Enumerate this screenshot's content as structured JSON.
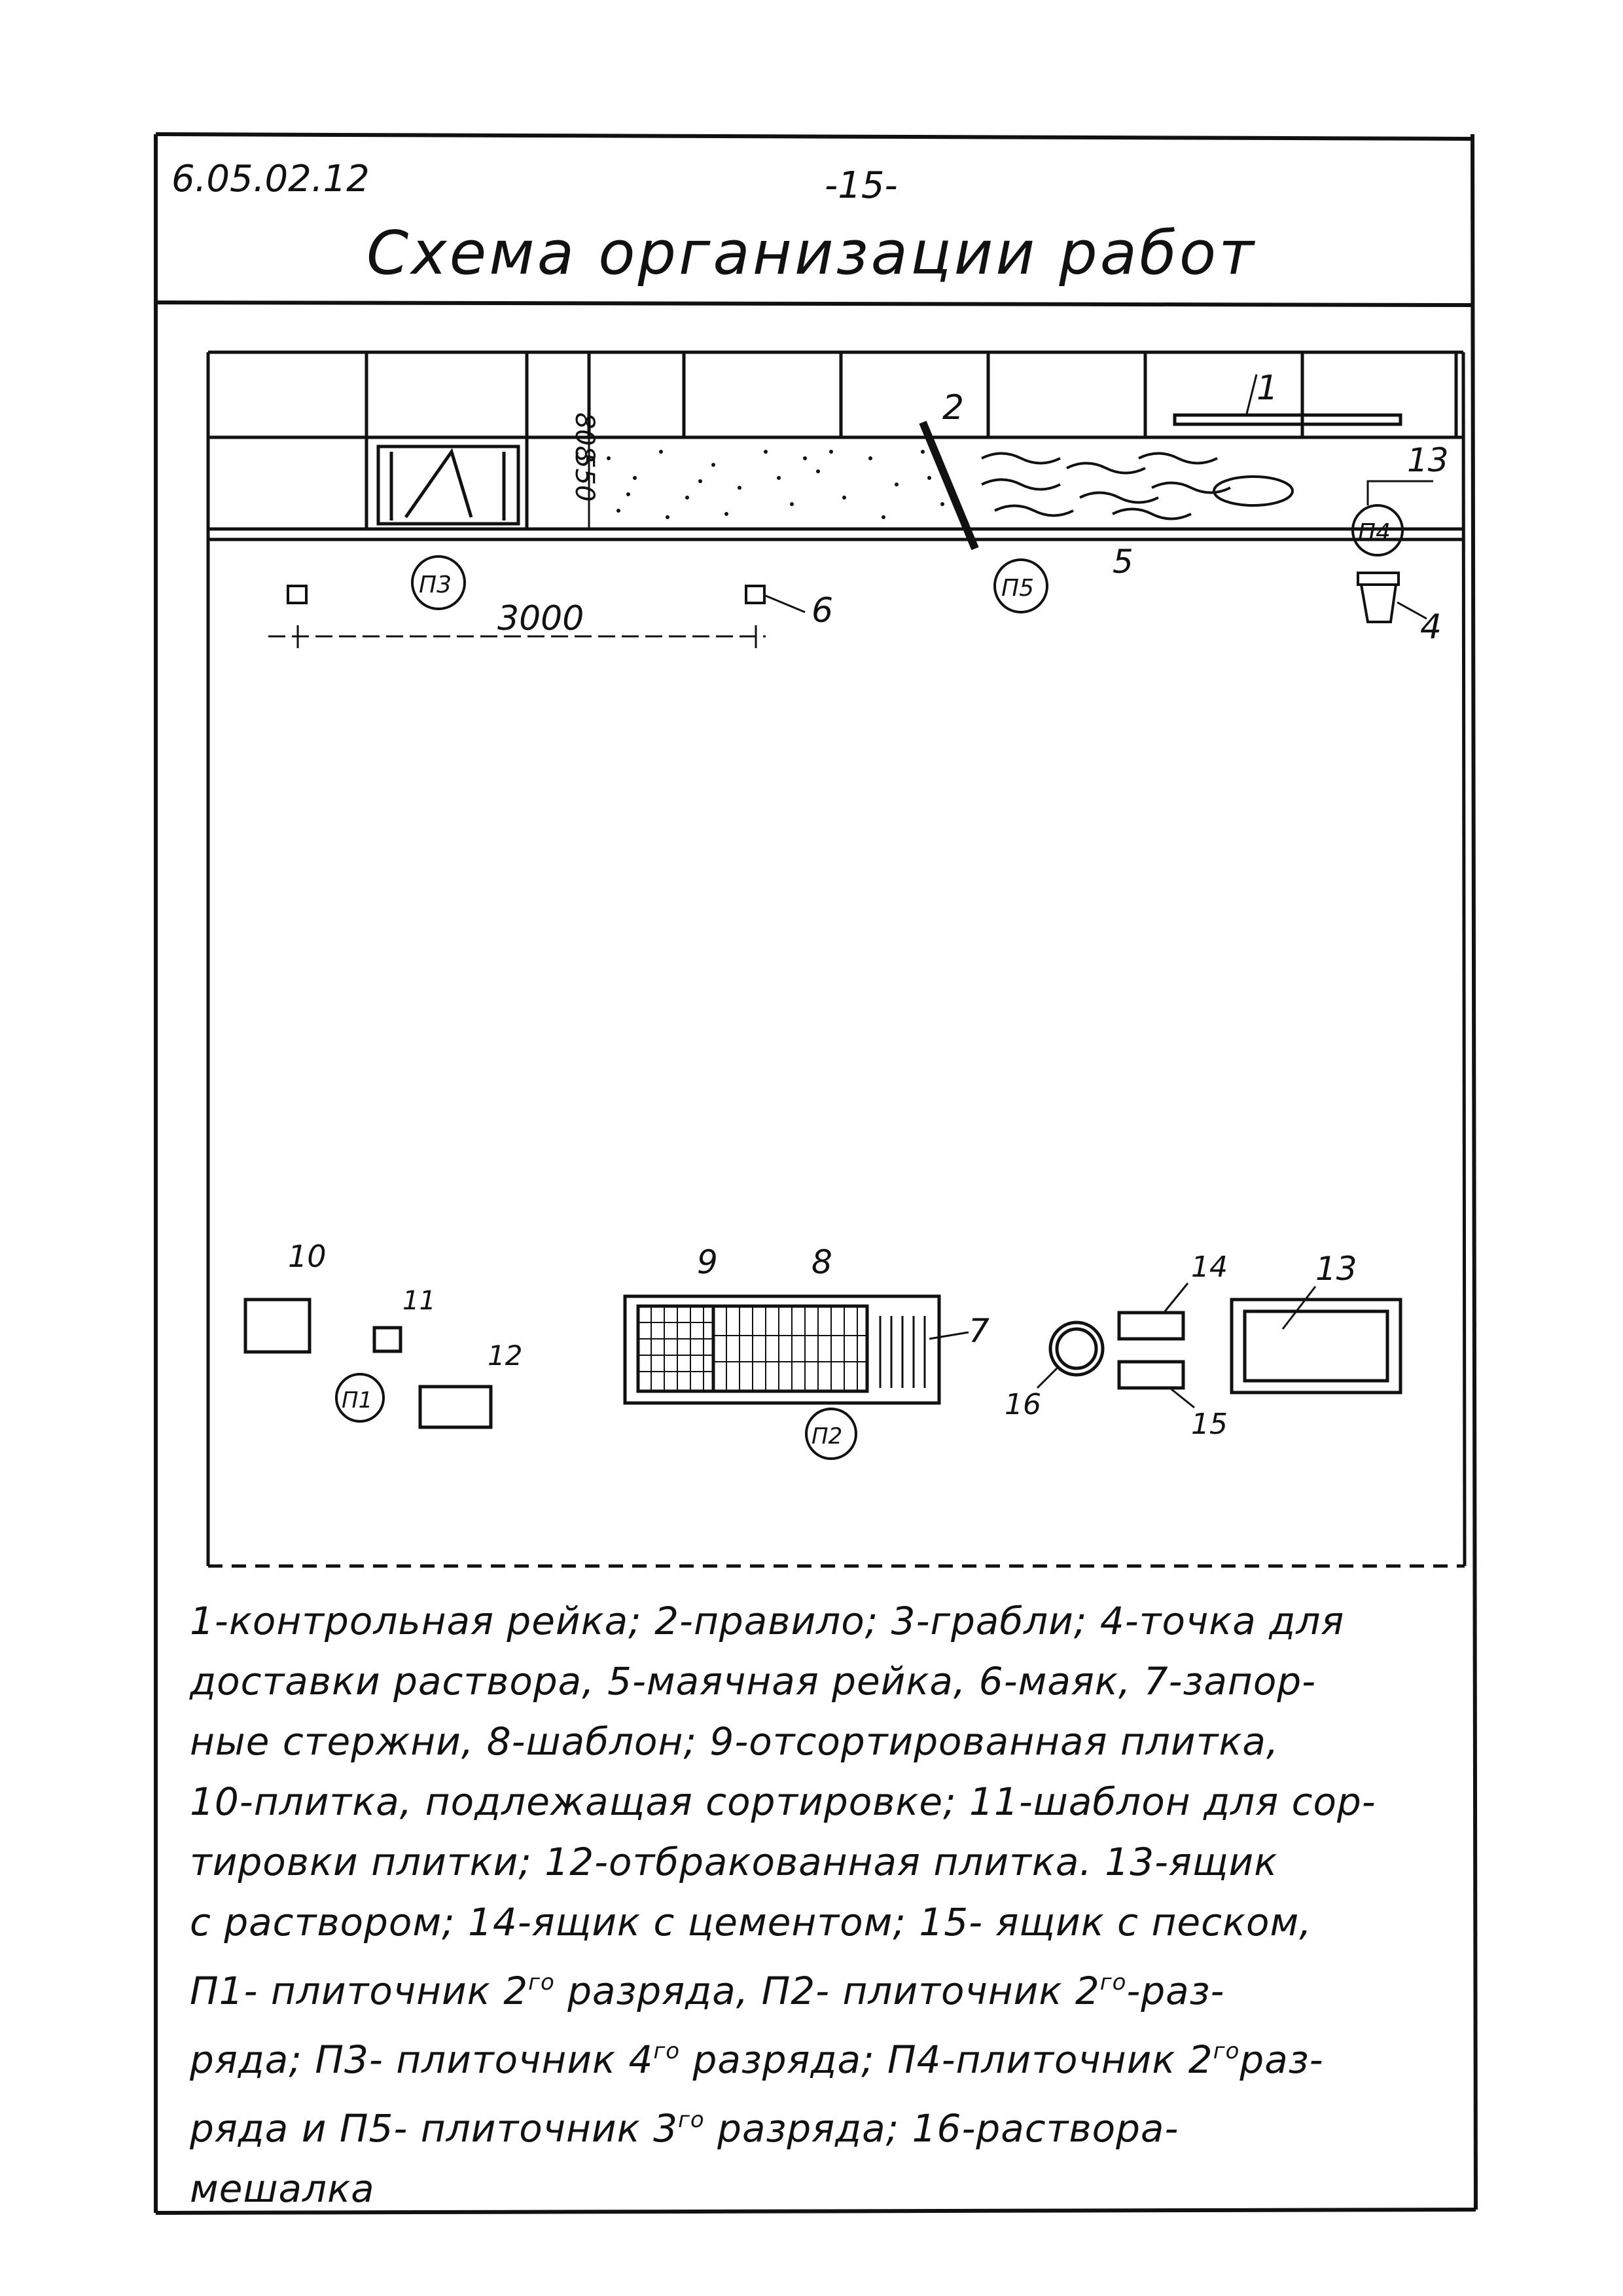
{
  "header": {
    "doc_code": "6.05.02.12",
    "page_number": "-15-",
    "title": "Схема организации работ"
  },
  "dimensions": {
    "d_808": "808",
    "d_550": "550",
    "d_3000": "3000"
  },
  "callouts": {
    "n1": "1",
    "n2": "2",
    "n4": "4",
    "n5": "5",
    "n6": "6",
    "n7": "7",
    "n8": "8",
    "n9": "9",
    "n10": "10",
    "n11": "11",
    "n12": "12",
    "n13_top": "13",
    "n13_box": "13",
    "n14": "14",
    "n15": "15",
    "n16": "16"
  },
  "workers": {
    "p1": "П1",
    "p2": "П2",
    "p3": "П3",
    "p4": "П4",
    "p5": "П5"
  },
  "legend": {
    "line1": "1-контрольная рейка; 2-правило; 3-грабли; 4-точка для",
    "line2": "доставки раствора, 5-маячная рейка, 6-маяк, 7-запор-",
    "line3": "ные стержни, 8-шаблон; 9-отсортированная плитка,",
    "line4": "10-плитка, подлежащая сортировке; 11-шаблон для сор-",
    "line5": "тировки плитки; 12-отбракованная плитка. 13-ящик",
    "line6": "с раствором; 14-ящик с цементом; 15- ящик с песком,",
    "line7a": "П1- плиточник 2",
    "line7b": "го",
    "line7c": "разряда, П2- плиточник 2",
    "line7d": "го",
    "line7e": "-раз-",
    "line8a": "ряда; П3- плиточник 4",
    "line8b": "го",
    "line8c": "разряда; П4-плиточник 2",
    "line8d": "го",
    "line8e": "раз-",
    "line9a": "ряда и П5- плиточник 3",
    "line9b": "го",
    "line9c": "разряда; 16-раствора-",
    "line10": "мешалка"
  }
}
